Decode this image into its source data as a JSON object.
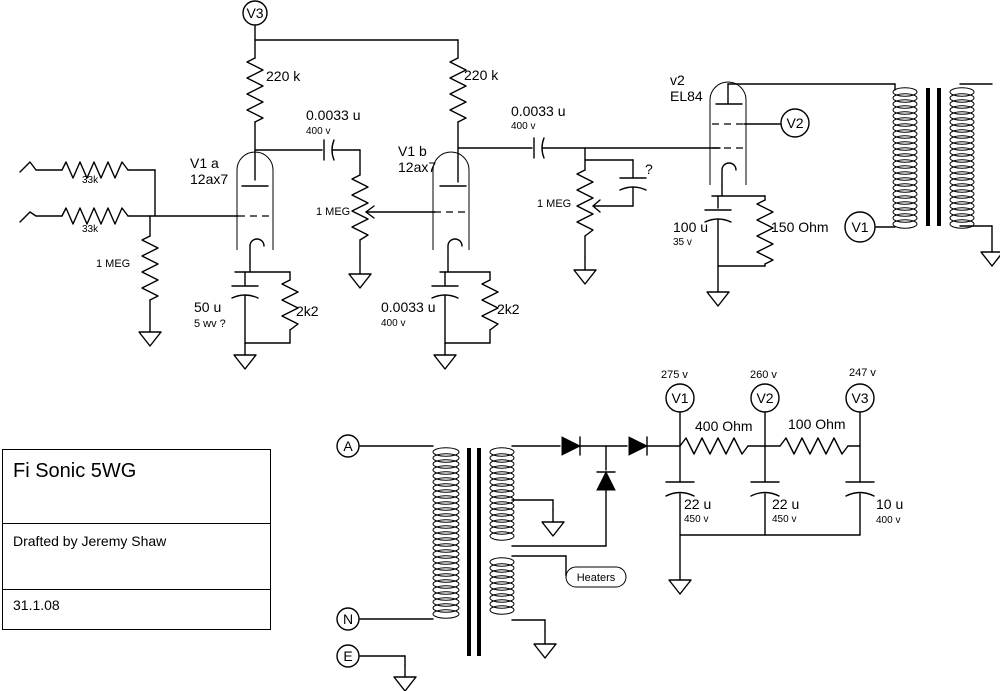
{
  "title_block": {
    "title": "Fi Sonic 5WG",
    "drafted_by": "Drafted by Jeremy Shaw",
    "date": "31.1.08"
  },
  "nodes": {
    "v3_top": "V3",
    "v2_grid": "V2",
    "v1_ot": "V1",
    "v1_ps": "V1",
    "v2_ps": "V2",
    "v3_ps": "V3",
    "a": "A",
    "n": "N",
    "e": "E"
  },
  "tubes": {
    "v1a_name": "V1 a",
    "v1a_type": "12ax7",
    "v1b_name": "V1 b",
    "v1b_type": "12ax7",
    "v2_name": "v2",
    "v2_type": "EL84"
  },
  "components": {
    "r_input1": "33k",
    "r_input2": "33k",
    "r_grid_leak": "1 MEG",
    "r_plate1": "220 k",
    "r_plate2": "220 k",
    "c_coupling1": "0.0033 u",
    "c_coupling1_v": "400 v",
    "c_coupling2": "0.0033 u",
    "c_coupling2_v": "400 v",
    "pot_volume": "1 MEG",
    "pot_tone": "1 MEG",
    "c_tone": "?",
    "c_cath1": "50 u",
    "c_cath1_v": "5 wv ?",
    "r_cath1": "2k2",
    "c_cath2": "0.0033 u",
    "c_cath2_v": "400 v",
    "r_cath2": "2k2",
    "c_cath3": "100 u",
    "c_cath3_v": "35 v",
    "r_cath3": "150 Ohm",
    "r_ps1": "400 Ohm",
    "r_ps2": "100 Ohm",
    "c_ps1": "22 u",
    "c_ps1_v": "450 v",
    "c_ps2": "22 u",
    "c_ps2_v": "450 v",
    "c_ps3": "10 u",
    "c_ps3_v": "400 v",
    "heaters": "Heaters"
  },
  "voltages": {
    "v1": "275 v",
    "v2": "260 v",
    "v3": "247 v"
  }
}
